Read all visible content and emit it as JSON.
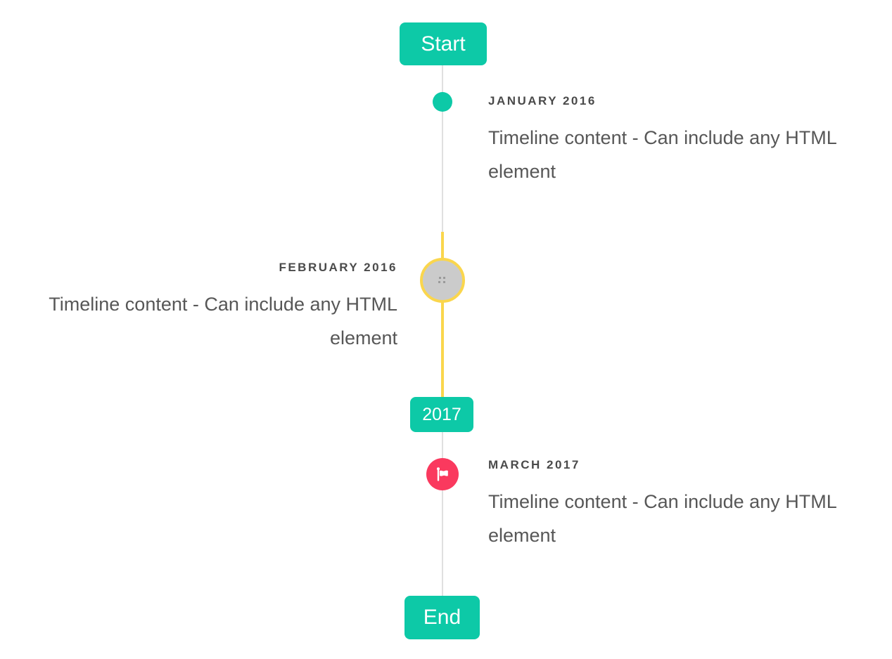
{
  "colors": {
    "accent_teal": "#0dc9a7",
    "marker_yellow": "#fad64d",
    "marker_gray_fill": "#cbcbcb",
    "marker_red": "#fa395e",
    "line_gray": "#e0e0e0",
    "title_color": "#4a4a4a",
    "content_color": "#575757"
  },
  "timeline": {
    "start_label": "Start",
    "year_label": "2017",
    "end_label": "End",
    "events": [
      {
        "title": "JANUARY 2016",
        "content": "Timeline content - Can include any HTML element",
        "side": "right",
        "marker": "teal-dot"
      },
      {
        "title": "FEBRUARY 2016",
        "content": "Timeline content - Can include any HTML element",
        "side": "left",
        "marker": "yellow-ring-broken-image"
      },
      {
        "title": "MARCH 2017",
        "content": "Timeline content - Can include any HTML element",
        "side": "right",
        "marker": "red-flag"
      }
    ]
  }
}
